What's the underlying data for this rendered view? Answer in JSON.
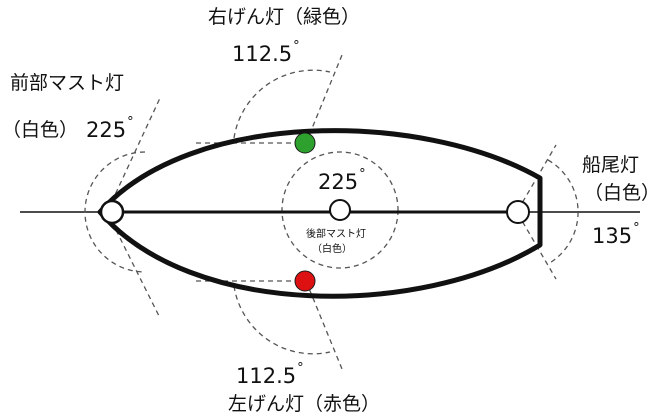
{
  "labels": {
    "starboard_name": "右げん灯（緑色）",
    "starboard_angle": "112.5",
    "masthead_name": "前部マスト灯",
    "masthead_color": "（白色）",
    "masthead_angle": "225",
    "center_angle": "225",
    "aft_masthead_name": "後部マスト灯",
    "aft_masthead_color": "（白色）",
    "stern_name": "船尾灯",
    "stern_color": "（白色）",
    "stern_angle": "135",
    "port_angle": "112.5",
    "port_name": "左げん灯（赤色）",
    "degree_symbol": "°"
  },
  "colors": {
    "hull": "#111111",
    "starboard_light": "#2ea02e",
    "port_light": "#dd1111",
    "white_light": "#ffffff",
    "arc": "#555555"
  }
}
